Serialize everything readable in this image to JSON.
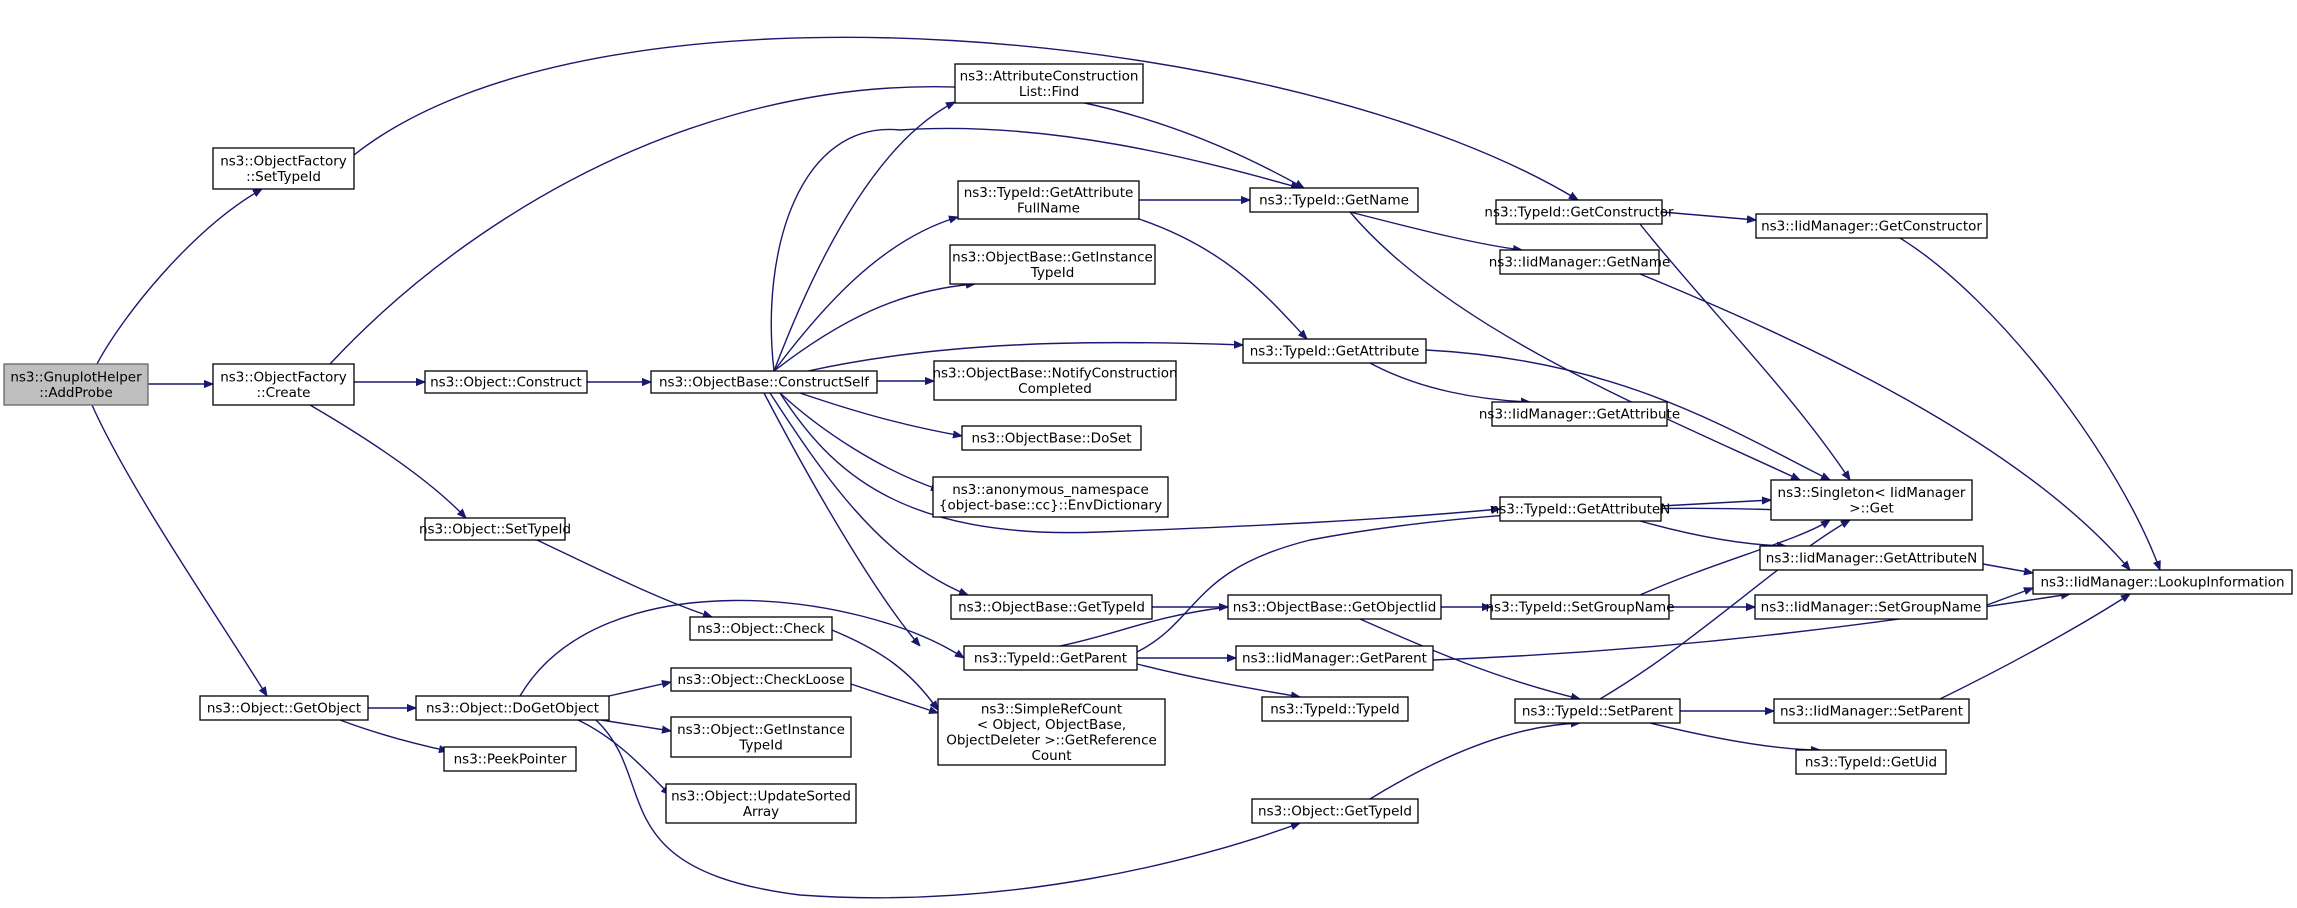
{
  "colors": {
    "edge": "#191970",
    "root_fill": "#bfbfbf",
    "node_border": "#000000"
  },
  "nodes": {
    "root": [
      "ns3::GnuplotHelper",
      "::AddProbe"
    ],
    "of_settypeid": [
      "ns3::ObjectFactory",
      "::SetTypeId"
    ],
    "of_create": [
      "ns3::ObjectFactory",
      "::Create"
    ],
    "obj_getobject": [
      "ns3::Object::GetObject"
    ],
    "obj_construct": [
      "ns3::Object::Construct"
    ],
    "obj_settypeid": [
      "ns3::Object::SetTypeId"
    ],
    "obj_dogetobject": [
      "ns3::Object::DoGetObject"
    ],
    "peekpointer": [
      "ns3::PeekPointer"
    ],
    "ob_constructself": [
      "ns3::ObjectBase::ConstructSelf"
    ],
    "obj_check": [
      "ns3::Object::Check"
    ],
    "obj_checkloose": [
      "ns3::Object::CheckLoose"
    ],
    "obj_getinstancetypeid": [
      "ns3::Object::GetInstance",
      "TypeId"
    ],
    "obj_updatesorted": [
      "ns3::Object::UpdateSorted",
      "Array"
    ],
    "acl_find": [
      "ns3::AttributeConstruction",
      "List::Find"
    ],
    "tid_getattrfullname": [
      "ns3::TypeId::GetAttribute",
      "FullName"
    ],
    "ob_getinstancetypeid": [
      "ns3::ObjectBase::GetInstance",
      "TypeId"
    ],
    "ob_notify": [
      "ns3::ObjectBase::NotifyConstruction",
      "Completed"
    ],
    "ob_doset": [
      "ns3::ObjectBase::DoSet"
    ],
    "anon_envdict": [
      "ns3::anonymous_namespace",
      "{object-base::cc}::EnvDictionary"
    ],
    "ob_gettypeid": [
      "ns3::ObjectBase::GetTypeId"
    ],
    "tid_getparent": [
      "ns3::TypeId::GetParent"
    ],
    "src": [
      "ns3::SimpleRefCount",
      "< Object, ObjectBase,",
      "ObjectDeleter >::GetReference",
      "Count"
    ],
    "tid_getname": [
      "ns3::TypeId::GetName"
    ],
    "tid_getattribute": [
      "ns3::TypeId::GetAttribute"
    ],
    "ob_getobjectiid": [
      "ns3::ObjectBase::GetObjectIid"
    ],
    "iid_getparent": [
      "ns3::IidManager::GetParent"
    ],
    "tid_typeid": [
      "ns3::TypeId::TypeId"
    ],
    "obj_gettypeid": [
      "ns3::Object::GetTypeId"
    ],
    "tid_getconstructor": [
      "ns3::TypeId::GetConstructor"
    ],
    "iid_getname": [
      "ns3::IidManager::GetName"
    ],
    "iid_getattribute": [
      "ns3::IidManager::GetAttribute"
    ],
    "tid_getattributen": [
      "ns3::TypeId::GetAttributeN"
    ],
    "tid_setgroupname": [
      "ns3::TypeId::SetGroupName"
    ],
    "tid_setparent": [
      "ns3::TypeId::SetParent"
    ],
    "iid_getconstructor": [
      "ns3::IidManager::GetConstructor"
    ],
    "singleton_get": [
      "ns3::Singleton< IidManager",
      " >::Get"
    ],
    "iid_getattributen": [
      "ns3::IidManager::GetAttributeN"
    ],
    "iid_setgroupname": [
      "ns3::IidManager::SetGroupName"
    ],
    "iid_setparent": [
      "ns3::IidManager::SetParent"
    ],
    "tid_getuid": [
      "ns3::TypeId::GetUid"
    ],
    "iid_lookup": [
      "ns3::IidManager::LookupInformation"
    ]
  }
}
